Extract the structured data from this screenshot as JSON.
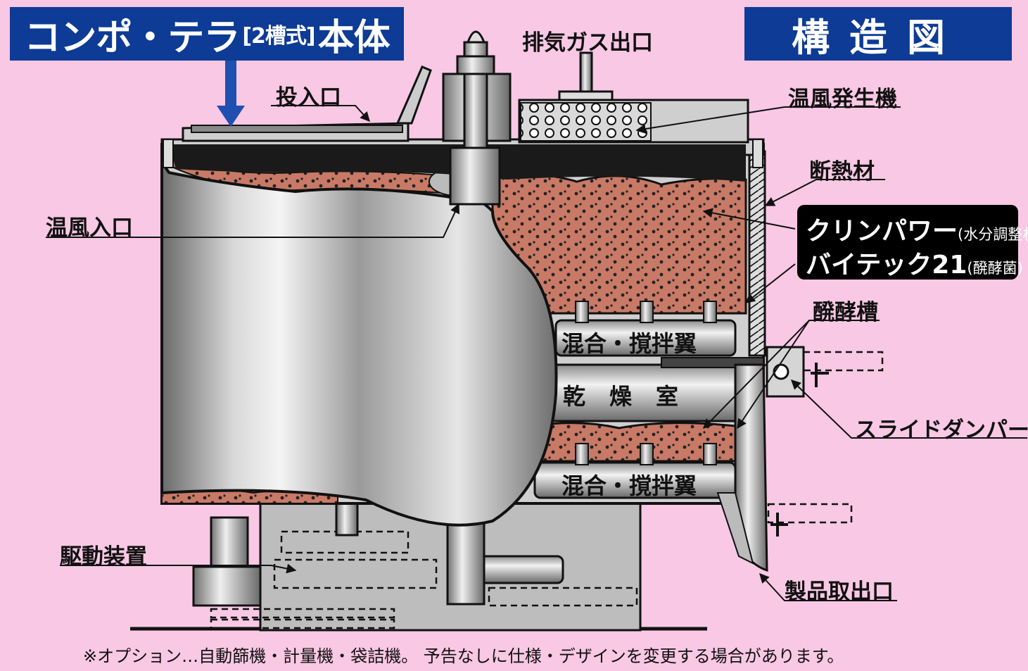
{
  "title": {
    "main_a": "コンポ・テラ",
    "main_bracket": "[2槽式]",
    "main_b": "本体",
    "side": "構造図"
  },
  "labels": {
    "exhaust": "排気ガス出口",
    "inlet": "投入口",
    "hot_air_generator": "温風発生機",
    "insulation": "断熱材",
    "hot_air_inlet": "温風入口",
    "fermentation_tank": "醗酵槽",
    "slide_damper": "スライドダンパー",
    "drive": "駆動装置",
    "product_outlet": "製品取出口",
    "mixer_upper": "混合・撹拌翼",
    "drying_room": "乾燥室",
    "mixer_lower": "混合・撹拌翼"
  },
  "additive": {
    "product1": "クリンパワー",
    "product1_note": "(水分調整材)",
    "product2": "バイテック21",
    "product2_note": "(醗酵菌)"
  },
  "footnote": "※オプション…自動篩機・計量機・袋詰機。 予告なしに仕様・デザインを変更する場合があります。",
  "colors": {
    "background": "#f8c8e4",
    "title_fill": "#0d3b95",
    "arrow": "#1f4fb0",
    "compost": "#c87a66",
    "metal": "#b8b8b8"
  }
}
